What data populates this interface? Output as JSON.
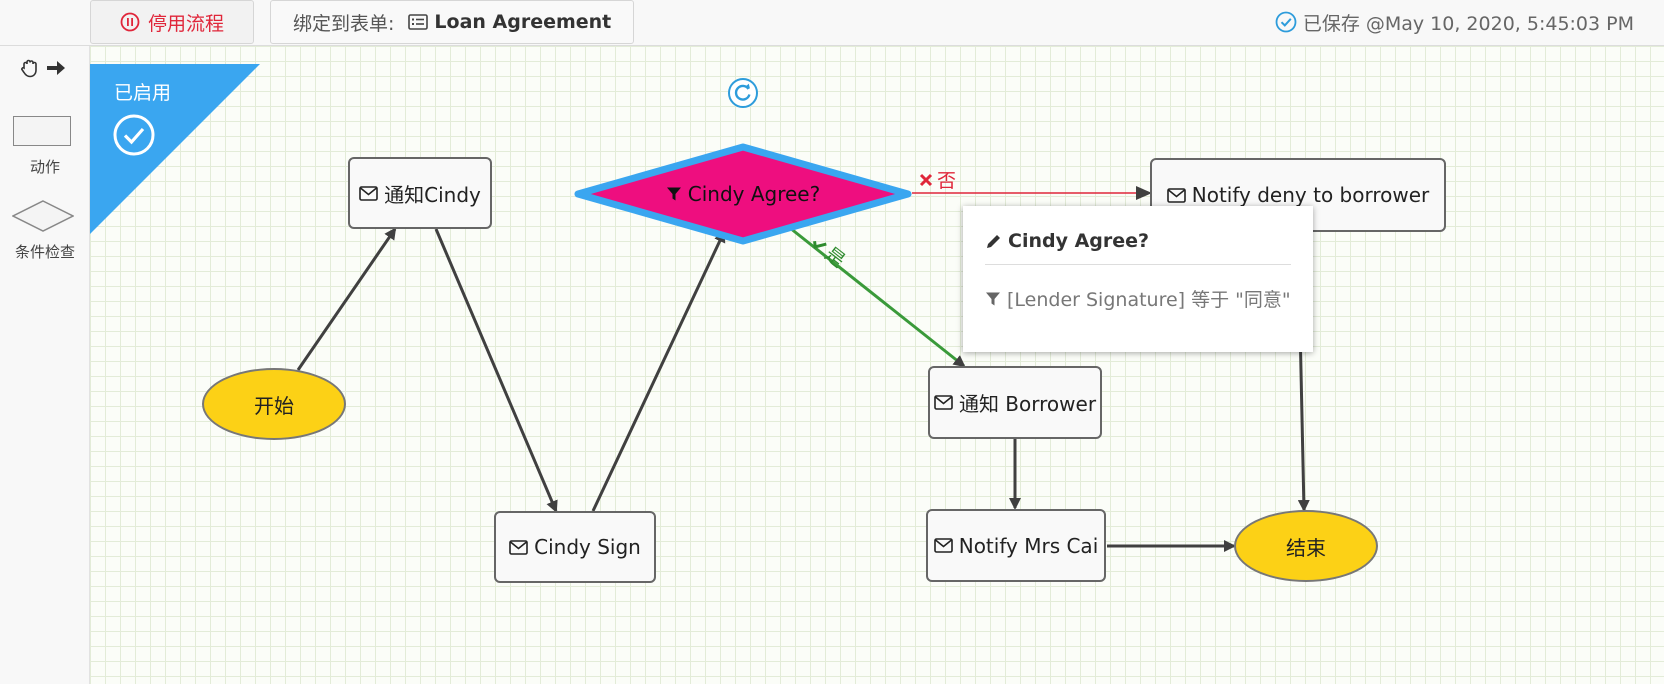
{
  "toolbar": {
    "stop_label": "停用流程",
    "form_prefix": "绑定到表单:",
    "form_name": "Loan Agreement",
    "saved_text": "已保存 @May 10, 2020, 5:45:03 PM"
  },
  "sidebar": {
    "action_label": "动作",
    "condition_label": "条件检查"
  },
  "canvas": {
    "enabled_label": "已启用",
    "nodes": {
      "start": "开始",
      "notify_cindy": "通知Cindy",
      "cindy_sign": "Cindy Sign",
      "decision": "Cindy Agree?",
      "notify_deny": "Notify deny to borrower",
      "notify_borrower": "通知 Borrower",
      "notify_mrs_cai": "Notify Mrs Cai",
      "end": "结束"
    },
    "edge_labels": {
      "no": "否",
      "yes": "是"
    }
  },
  "popup": {
    "title": "Cindy Agree?",
    "condition": "[Lender Signature] 等于 \"同意\""
  },
  "colors": {
    "accent": "#2d9cdb",
    "stop_red": "#e0263a",
    "decision_fill": "#ee0e7f",
    "node_yellow": "#fcd116",
    "yes_green": "#3a9a3a",
    "no_red": "#e0263a"
  }
}
